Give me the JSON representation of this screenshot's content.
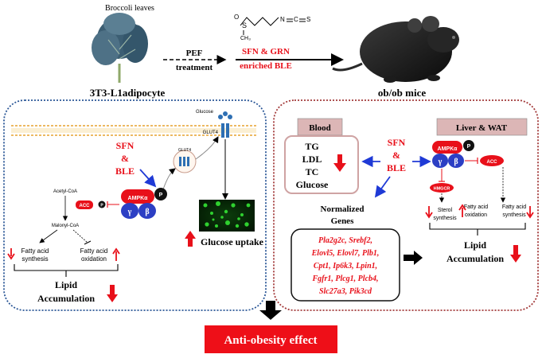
{
  "top": {
    "broccoli_label": "Broccoli leaves",
    "pef_line1": "PEF",
    "pef_line2": "treatment",
    "product_line1": "SFN & GRN",
    "product_line2": "enriched BLE",
    "cell_title": "3T3-L1adipocyte",
    "mouse_title": "ob/ob mice"
  },
  "left_panel": {
    "glucose_label": "Glucose",
    "glut4_label": "GLUT4",
    "glut4_vesicle_label": "GLUT4",
    "sfn": "SFN",
    "amp": "&",
    "ble": "BLE",
    "acetyl_coa": "Acetyl-CoA",
    "malonyl_coa": "Malonyl-CoA",
    "acc": "ACC",
    "p": "P",
    "ampk": "AMPKα",
    "gamma": "γ",
    "beta": "β",
    "fa_synthesis_1": "Fatty acid",
    "fa_synthesis_2": "synthesis",
    "fa_oxidation_1": "Fatty acid",
    "fa_oxidation_2": "oxidation",
    "lipid_1": "Lipid",
    "lipid_2": "Accumulation",
    "glucose_uptake": "Glucose uptake"
  },
  "right_panel": {
    "blood": "Blood",
    "liver_wat": "Liver & WAT",
    "blood_items": [
      "TG",
      "LDL",
      "TC",
      "Glucose"
    ],
    "sfn": "SFN",
    "amp": "&",
    "ble": "BLE",
    "ampk": "AMPKα",
    "gamma": "γ",
    "beta": "β",
    "p": "P",
    "acc": "ACC",
    "hmgcr": "HMGCR",
    "normalized_1": "Normalized",
    "normalized_2": "Genes",
    "genes": [
      "Pla2g2c, Srebf2,",
      "Elovl5, Elovl7, Plb1,",
      "Cpt1, Ip6k3, Lpin1,",
      "Fgfr1, Plcg1, Plcb4,",
      "Slc27a3, Pik3cd"
    ],
    "sterol_1": "Sterol",
    "sterol_2": "synthesis",
    "fa_ox_1": "Fatty acid",
    "fa_ox_2": "oxidation",
    "fa_syn_1": "Fatty acid",
    "fa_syn_2": "synthesis",
    "lipid_1": "Lipid",
    "lipid_2": "Accumulation"
  },
  "bottom": {
    "effect": "Anti-obesity effect"
  },
  "colors": {
    "red": "#e8101a",
    "blue": "#1f3ad6",
    "dark_red_border": "#a33b3b",
    "blue_border": "#2b5797",
    "header_box": "#dcb6b6"
  }
}
